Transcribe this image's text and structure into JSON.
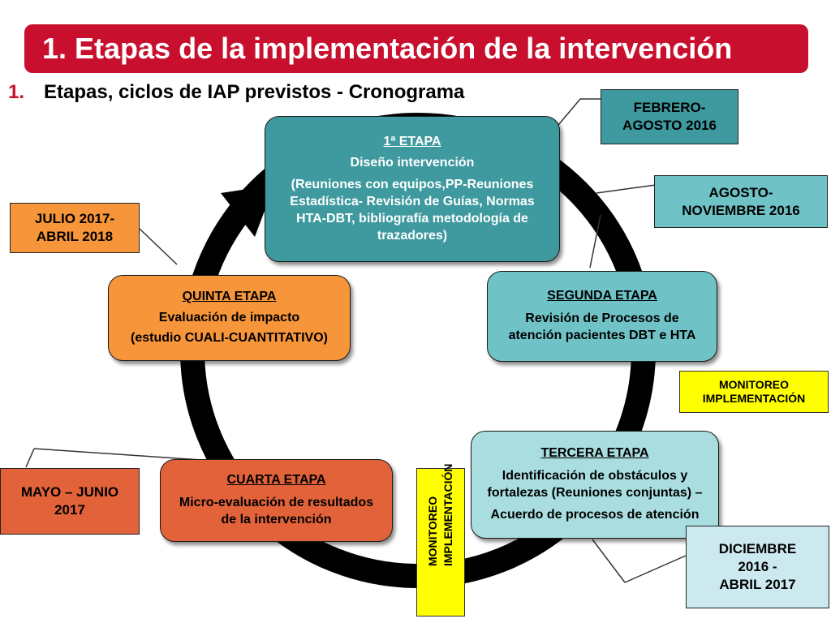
{
  "title": "1. Etapas de la implementación de la intervención",
  "subtitle": {
    "number": "1.",
    "text": "Etapas, ciclos de IAP previstos -  Cronograma"
  },
  "stages": {
    "s1": {
      "title": "1ª ETAPA",
      "line1": "Diseño intervención",
      "line2": "(Reuniones con equipos,PP-Reuniones",
      "line3": "Estadística- Revisión de Guías, Normas",
      "line4": "HTA-DBT, bibliografía metodología de",
      "line5": "trazadores)"
    },
    "s2": {
      "title": "SEGUNDA ETAPA",
      "line1": "Revisión de Procesos de",
      "line2": "atención pacientes DBT e HTA"
    },
    "s3": {
      "title": "TERCERA ETAPA",
      "line1": "Identificación de obstáculos y",
      "line2": "fortalezas (Reuniones conjuntas) –",
      "line3": "Acuerdo de procesos de atención"
    },
    "s4": {
      "title": "CUARTA ETAPA",
      "line1": "Micro-evaluación de resultados",
      "line2": "de la intervención"
    },
    "s5": {
      "title": "QUINTA ETAPA",
      "line1": "Evaluación de impacto",
      "line2": "(estudio CUALI-CUANTITATIVO)"
    }
  },
  "dates": {
    "d1": {
      "line1": "FEBRERO-",
      "line2": "AGOSTO 2016"
    },
    "d2": {
      "line1": "AGOSTO-",
      "line2": "NOVIEMBRE 2016"
    },
    "d3": {
      "line1": "DICIEMBRE",
      "line2": "2016 -",
      "line3": "ABRIL 2017"
    },
    "d4": {
      "line1": "MAYO – JUNIO",
      "line2": "2017"
    },
    "d5": {
      "line1": "JULIO 2017-",
      "line2": "ABRIL 2018"
    }
  },
  "monitoring": {
    "m1": {
      "line1": "MONITOREO",
      "line2": "IMPLEMENTACIÓN"
    },
    "m2": {
      "line1": "MONITOREO",
      "line2": "IMPLEMENTACIÓN"
    }
  },
  "colors": {
    "title_bg": "#c8102e",
    "stage1": "#3e9a9f",
    "stage2": "#6fc2c5",
    "stage3": "#a9dde0",
    "stage4": "#e2623a",
    "stage5": "#f7953a",
    "monitor": "#ffff00"
  }
}
